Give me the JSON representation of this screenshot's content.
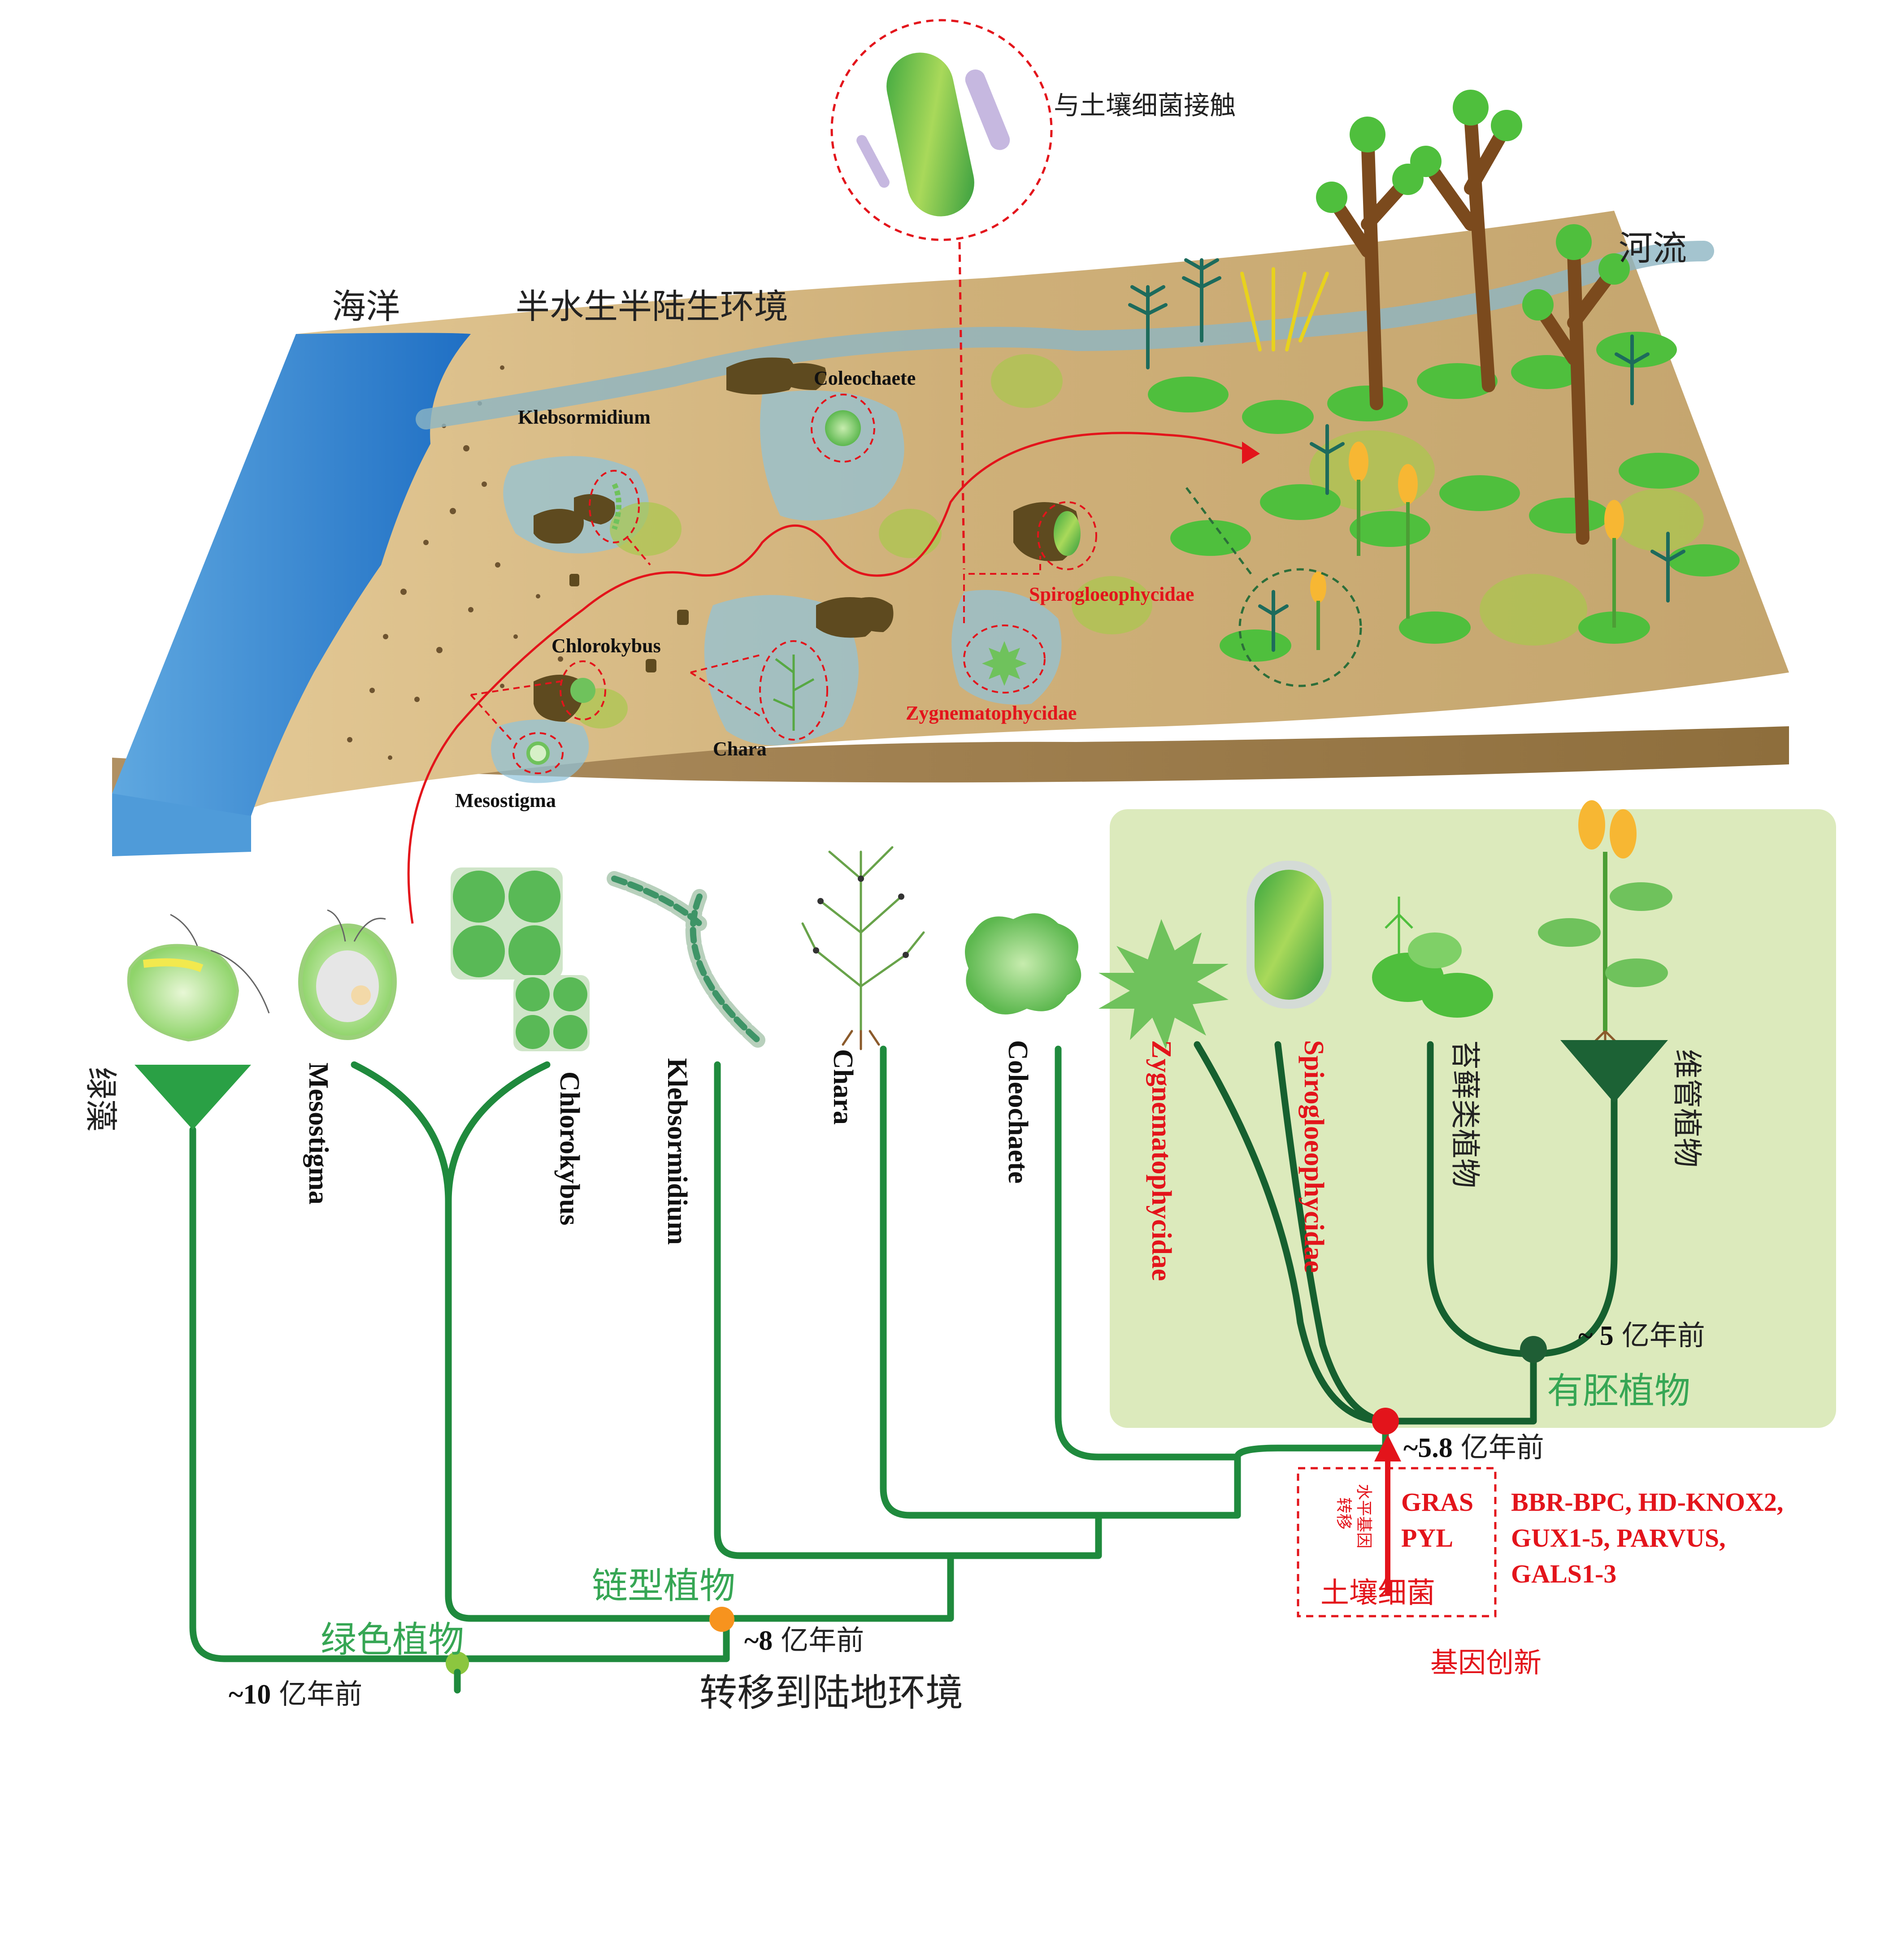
{
  "landscape": {
    "ocean_label": "海洋",
    "semi_aquatic_label": "半水生半陆生环境",
    "river_label": "河流",
    "bacteria_contact_label": "与土壤细菌接触",
    "habitat_labels": [
      "Klebsormidium",
      "Coleochaete",
      "Chlorokybus",
      "Chara",
      "Mesostigma"
    ],
    "spiro_label": "Spirogloeophycidae",
    "zygn_label": "Zygnematophycidae"
  },
  "tree": {
    "leaves": [
      {
        "name": "绿藻",
        "style": "cn"
      },
      {
        "name": "Mesostigma",
        "style": "lat"
      },
      {
        "name": "Chlorokybus",
        "style": "lat"
      },
      {
        "name": "Klebsormidium",
        "style": "lat"
      },
      {
        "name": "Chara",
        "style": "lat"
      },
      {
        "name": "Coleochaete",
        "style": "lat"
      },
      {
        "name": "Zygnematophycidae",
        "style": "latr"
      },
      {
        "name": "Spirogloeophycidae",
        "style": "latr"
      },
      {
        "name": "苔藓类植物",
        "style": "cn"
      },
      {
        "name": "维管植物",
        "style": "cn"
      }
    ],
    "clades": {
      "green_plants": "绿色植物",
      "streptophytes": "链型植物",
      "embryophytes": "有胚植物"
    },
    "ages": {
      "age10_num": "~10",
      "age10_unit": "亿年前",
      "age8_num": "~8",
      "age8_unit": "亿年前",
      "age58_num": "~5.8",
      "age58_unit": "亿年前",
      "age5_num": "~ 5",
      "age5_unit": "亿年前"
    },
    "transfer_to_land": "转移到陆地环境",
    "node_colors": {
      "green_plants": "#8cc63f",
      "streptophytes": "#f7931e",
      "zygn_embryo": "#e3141b",
      "embryophytes": "#1f5e35"
    }
  },
  "genes": {
    "hgt_genes": [
      "GRAS",
      "PYL"
    ],
    "hgt_vertical_1": "水平基因",
    "hgt_vertical_2": "转移",
    "soil_bacteria": "土壤细菌",
    "innovation_genes": [
      "BBR-BPC, HD-KNOX2,",
      "GUX1-5, PARVUS,",
      "GALS1-3"
    ],
    "gene_innovation": "基因创新"
  }
}
